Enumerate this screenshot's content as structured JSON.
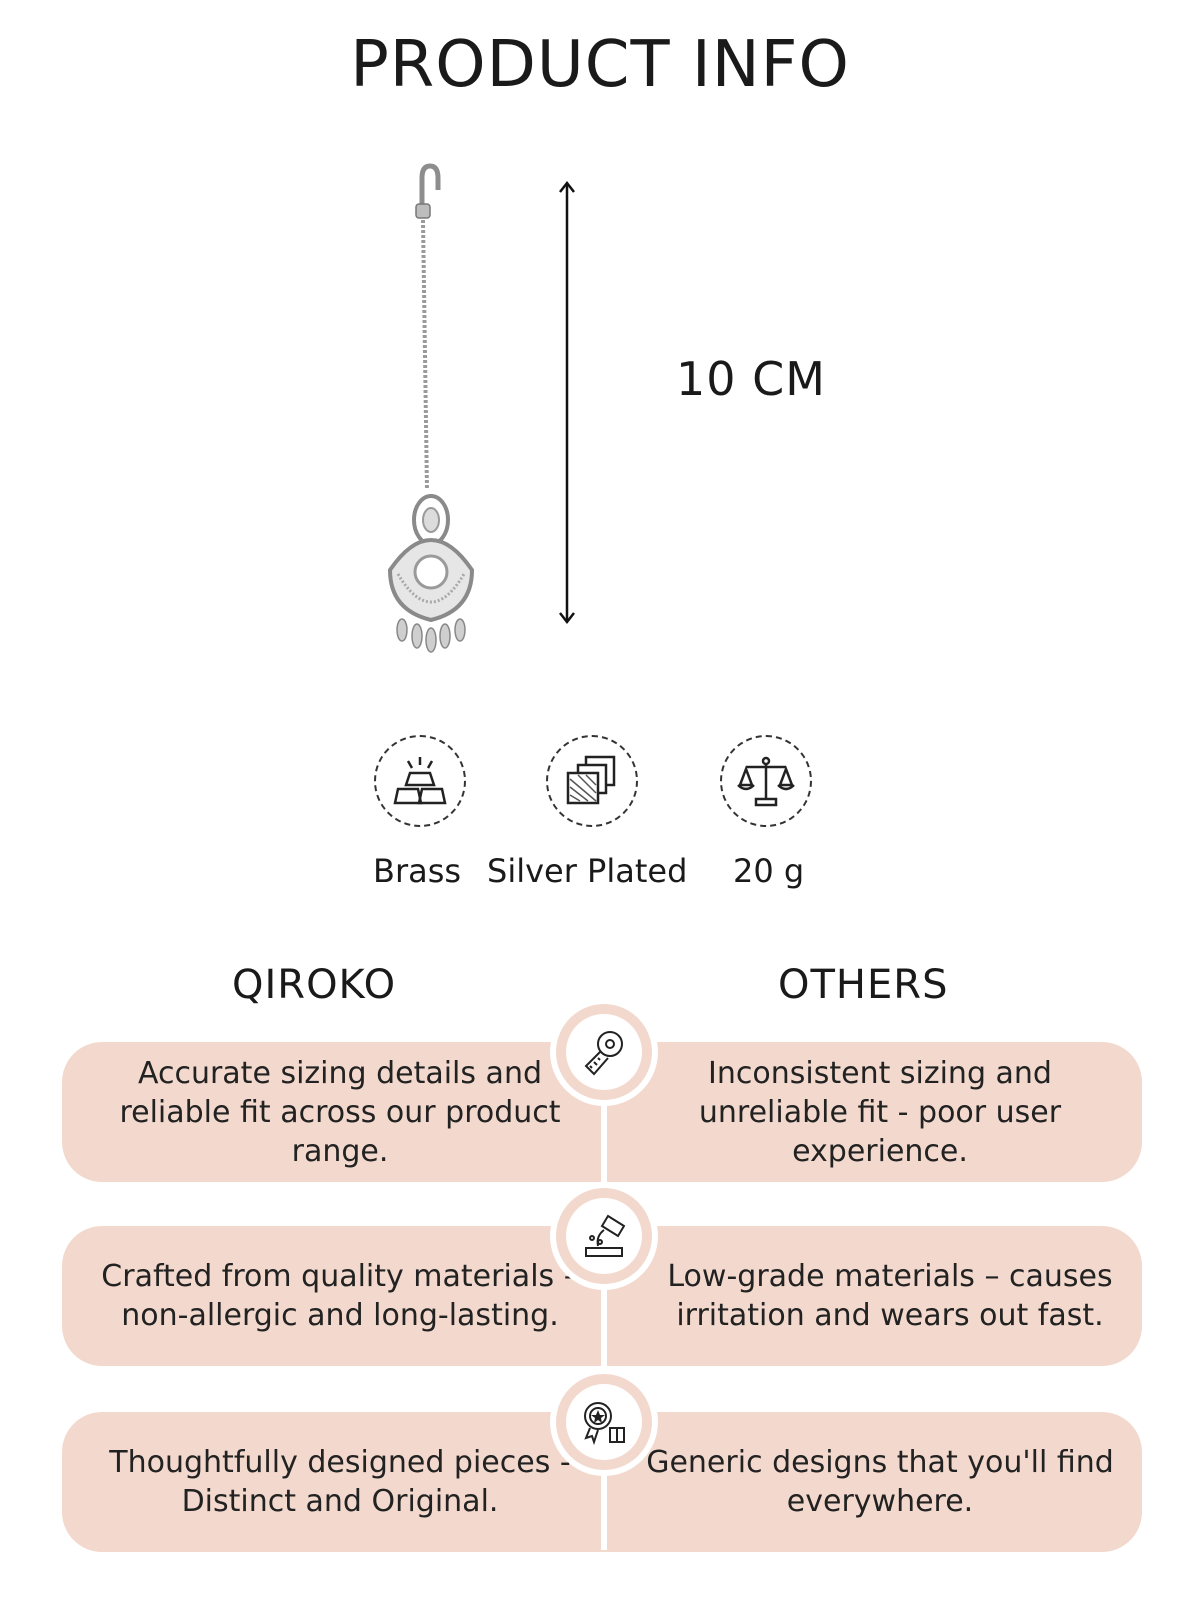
{
  "header": {
    "title": "PRODUCT INFO"
  },
  "product": {
    "measurement": "10 CM"
  },
  "features": [
    {
      "label": "Brass",
      "icon": "gold-bars-icon"
    },
    {
      "label": "Silver Plated",
      "icon": "plated-layers-icon"
    },
    {
      "label": "20 g",
      "icon": "balance-scale-icon"
    }
  ],
  "comparison": {
    "left_heading": "QIROKO",
    "right_heading": "OTHERS",
    "rows": [
      {
        "icon": "measuring-tape-icon",
        "left": "Accurate sizing details and reliable fit across our product range.",
        "right": "Inconsistent sizing and unreliable fit - poor user experience."
      },
      {
        "icon": "material-pour-icon",
        "left": "Crafted from quality materials – non-allergic and long-lasting.",
        "right": "Low-grade materials – causes irritation and wears out fast."
      },
      {
        "icon": "design-badge-icon",
        "left": "Thoughtfully designed pieces - Distinct and Original.",
        "right": "Generic designs that you'll find everywhere."
      }
    ]
  },
  "colors": {
    "pill": "#f3d9cd",
    "text": "#1a1a1a"
  }
}
